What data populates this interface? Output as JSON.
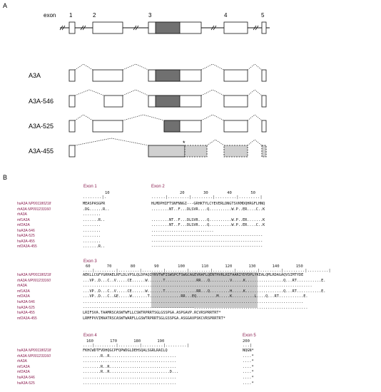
{
  "panels": {
    "A": "A",
    "B": "B"
  },
  "gene": {
    "exon_word": "exon",
    "exon_numbers": [
      "1",
      "2",
      "3",
      "4",
      "5"
    ]
  },
  "isoforms": [
    "A3A",
    "A3A-546",
    "A3A-525",
    "A3A-455"
  ],
  "isoform_marker": "*",
  "colors": {
    "dark_box": "#707070",
    "light_box": "#d0d0d0",
    "shade": "#c8c8c8",
    "label": "#8a1d4f"
  },
  "alignment": {
    "exon_headers": {
      "e1": "Exon 1",
      "e2": "Exon 2",
      "e3": "Exon 3",
      "e4": "Exon 4",
      "e5": "Exon 5"
    },
    "rulers": {
      "r1": "10",
      "r2": "20        30        40        50",
      "r3": "60       70        80        90        100       110       120       130       140       150",
      "r4": "160       170       180       190",
      "r5": "200"
    },
    "block1": [
      {
        "name": "hsA3A",
        "acc": "NP001180218",
        "c1": "MEASPASGPR",
        "c2": "HLMDPHIFTSNFNNGI---GRHKTYLCYEVERLDNGTSVKMDQHRGFLHNQ"
      },
      {
        "name": "rhA3A",
        "acc": "NP001233160",
        "c1": ".DG......R..",
        "c2": "........NT..F...DLSVR....Q..........W.P..ER....C..K"
      },
      {
        "name": "rhA3A",
        "acc": "",
        "c1": "........",
        "c2": ""
      },
      {
        "name": "mf1A3A",
        "acc": "",
        "c1": ".......R..",
        "c2": "........NT..F...DLSVR....Q..........W.P..ER.......K"
      },
      {
        "name": "mf2A3A",
        "acc": "",
        "c1": "........",
        "c2": "........NT..F...DLSVR....Q..........W.P..ER....C..K"
      },
      {
        "name": "hsA3A-546",
        "acc": "",
        "c1": "........",
        "c2": "............................"
      },
      {
        "name": "hsA3A-525",
        "acc": "",
        "c1": "........",
        "c2": "--------------------------------------------------"
      },
      {
        "name": "hsA3A-455",
        "acc": "",
        "c1": "........",
        "c2": "--------------------------------------------------"
      },
      {
        "name": "mf2A3A-455",
        "acc": "",
        "c1": ".......R..",
        "c2": "--------------------------------------------------"
      }
    ],
    "block2": [
      {
        "name": "hsA3A",
        "acc": "NP001180218",
        "seq": "AEKLLCGFYGRHAELRFLDLVPSLQLDPAQIYRVTWFISWSPCFSWGCAGEVRAFLQENTHVRLRIFAARIYDYDPLYKEALQMLRDAGAQVSIMTYDE"
      },
      {
        "name": "rhA3A",
        "acc": "NP001233160",
        "seq": "...VP..D...C..V.....CE......W.......T..............RR...Q.........V.....K.................Q...RT...........E."
      },
      {
        "name": "rhA3A",
        "acc": "",
        "seq": "......................................................................................................."
      },
      {
        "name": "mf1A3A",
        "acc": "",
        "seq": "...VP..D...C..V.....CE......W.......T..............RR...Q.........H.....K.................Q...RT...........E."
      },
      {
        "name": "mf2A3A",
        "acc": "",
        "seq": "...VP..D...C..GE.....W.......T..............RR...EQ.........M.....K..........L....Q...RT...........E."
      },
      {
        "name": "hsA3A-546",
        "acc": "",
        "seq": "..................................................................................................."
      },
      {
        "name": "hsA3A-525",
        "acc": "",
        "seq": "--------------------------------------------------..................................................."
      },
      {
        "name": "hsA3A-455",
        "acc": "",
        "seq": "LRIFSVA.TAAMRSCASWTWFLLCSWTRPRRTSGLGSSPGA.ASPGAVP.RCVRSPRRTRT*"
      },
      {
        "name": "mf2A3A-455",
        "acc": "",
        "seq": "LRMFPVVIMAATRSCASWTWARFLLGSWTRPRRTSGLGSSPGA.ASGGAVPSKCVRSPRRTRT*"
      }
    ],
    "block3": [
      {
        "name": "hsA3A",
        "acc": "NP001180218",
        "c4": "FKHCWDTFVDHQGCPFQPWDGLDEHSQALSGRLRAILQ",
        "c5": "NQGN*"
      },
      {
        "name": "rhA3A",
        "acc": "NP001233160",
        "c4": "........R..R..............................",
        "c5": "....*"
      },
      {
        "name": "rhA3A",
        "acc": "",
        "c4": "..........................................",
        "c5": "....*"
      },
      {
        "name": "mf1A3A",
        "acc": "",
        "c4": "........R..R..............................",
        "c5": "....*"
      },
      {
        "name": "mf2A3A",
        "acc": "",
        "c4": "........R..R...........................D...",
        "c5": "....*"
      },
      {
        "name": "hsA3A-546",
        "acc": "",
        "c4": "..........................................",
        "c5": "....*"
      },
      {
        "name": "hsA3A-525",
        "acc": "",
        "c4": "..........................................",
        "c5": "....*"
      }
    ]
  }
}
